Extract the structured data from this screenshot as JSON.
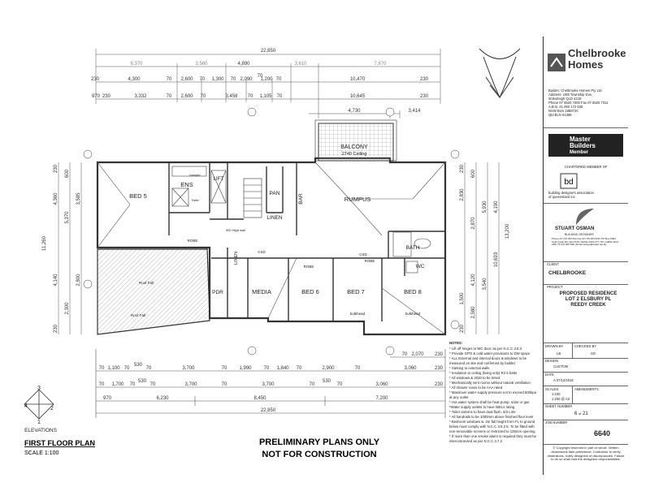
{
  "plan": {
    "title": "FIRST FLOOR PLAN",
    "scale": "SCALE 1:100",
    "stamp_line1": "PRELIMINARY PLANS ONLY",
    "stamp_line2": "NOT FOR CONSTRUCTION",
    "elevations_label": "ELEVATIONS",
    "elevation_numbers": [
      "1",
      "2",
      "3",
      "4"
    ],
    "rooms": {
      "bed5": "BED 5",
      "ens": "ENS",
      "lift": "LIFT",
      "pan": "PAN",
      "bar": "BAR",
      "rumpus": "RUMPUS",
      "balcony": "BALCONY",
      "balcony_ceiling": "2740 Ceiling",
      "linen1": "LINEN",
      "linen2": "LINEN",
      "robe1": "ROBE",
      "robe2": "ROBE",
      "robe3": "ROBE",
      "bath": "BATH",
      "wc": "WC",
      "media": "MEDIA",
      "bed6": "BED 6",
      "bed7": "BED 7",
      "bed8": "BED 8",
      "pdr": "PDR",
      "csd1": "CSD",
      "csd2": "CSD",
      "hamper": "hamper",
      "toilet": "Toilet",
      "wall_note": "900 High wall",
      "roof_fall1": "Roof Fall",
      "roof_fall2": "Roof Fall",
      "bulkhead1": "bulkhead",
      "bulkhead2": "bulkhead"
    },
    "dims_top": {
      "overall": "22,850",
      "row1": [
        "6,370",
        "3,560",
        "4,890",
        "3,610",
        "7,870"
      ],
      "row2": [
        "230",
        "4,300",
        "70",
        "2,600",
        "70",
        "1,300",
        "70",
        "2,090",
        "70",
        "1,200",
        "70",
        "10,470",
        "230"
      ],
      "row3": [
        "970",
        "230",
        "3,332",
        "70",
        "2,600",
        "70",
        "3,458",
        "70",
        "1,105",
        "70",
        "10,645",
        "230"
      ],
      "balcony": [
        "4,730",
        "3,414"
      ]
    },
    "dims_bottom": {
      "row1": [
        "70",
        "2,070",
        "230"
      ],
      "row2": [
        "70",
        "1,100",
        "70",
        "530",
        "70",
        "3,700",
        "70",
        "1,990",
        "70",
        "1,840",
        "70",
        "2,900",
        "70",
        "3,060",
        "230"
      ],
      "row3": [
        "70",
        "1,700",
        "70",
        "530",
        "70",
        "3,700",
        "70",
        "3,700",
        "70",
        "530",
        "70",
        "3,060",
        "230"
      ],
      "row4": [
        "970",
        "6,230",
        "8,450",
        "7,200"
      ],
      "overall": "22,850"
    },
    "dims_left": [
      "230",
      "600",
      "4,360",
      "3,585",
      "5,370",
      "11,260",
      "4,140",
      "2,800",
      "2,300",
      "230"
    ],
    "dims_right": [
      "230",
      "600",
      "2,830",
      "2,870",
      "5,930",
      "4,190",
      "13,200",
      "10,693",
      "4,120",
      "3,540",
      "1,500",
      "2,580",
      "230"
    ],
    "notes_title": "NOTES:",
    "notes": [
      "* Lift off hinges to WC door, as per N.C.C 3.8.3",
      "* Provide GPO & cold water provisions to DW space",
      "* ALL External and internal doors & windows to be",
      "measured on site and confirmed by builder",
      "* Sarking to external walls",
      "* Insulation to ceiling (living only) R2.5 batts",
      "* All windows & 2020 to be tinted",
      "* Mechanically vent rooms without natural ventilation",
      "* All shower roses to be AAA rated",
      "* Maximum water supply pressure not to exceed 500kpa",
      "at any outlet",
      "* Hot water system shall be heat pump, solar or gas",
      "*Water supply outlets to have WELs rating",
      "* Toilet cisterns to have dual flush, 6/3 Litre",
      "* All handrails to be 1000mm above finished floor level",
      "* Bedroom windows w. 2m fall height from FL to ground",
      "below must comply with N.C.C 3.9.2.5. To be fitted with",
      "non-removable screens or restricted to 125mm opening",
      "* If more than one smoke alarm is required they must be",
      "interconnected as per N.C.C 3.7.2"
    ]
  },
  "title_block": {
    "company": "Chelbrooke Homes",
    "builder_lines": [
      "Builder: Chelbrooke Homes Pty Ltd",
      "Address: 1/86 Township Dve,",
      "W.Burleigh QLD 4219",
      "Phone 07 5520 7300 Fax 07 5520 7311",
      "A.B.N. 41 092 172 635",
      "NSW BLN 188872C",
      "Qld BLN 61386"
    ],
    "mba_line1": "Master",
    "mba_line2": "Builders",
    "mba_line3": "Member",
    "bdaq_label": "CHARTERED MEMBER OF",
    "bdaq_text": "building designers association of queensland inc",
    "designer_name": "STUART OSMAN",
    "designer_sub": "BUILDING DESIGNER",
    "designer_contact": "Phone (07) 55 254 622  Fax (07) 55 254 528 | PO Box 6003 Gold Coast MC Qld 9726 | Mobile 0410 277 715 | QBSA 1103 ABN 73 607 960 638 | Email design@stuart.net.au",
    "client_label": "CLIENT",
    "client": "CHELBROOKE",
    "project_label": "PROJECT",
    "project_lines": [
      "PROPOSED RESIDENCE",
      "LOT 2 ELSBURY PL",
      "REEDY CREEK"
    ],
    "drawn_by_label": "DRAWN BY",
    "drawn_by": "LB",
    "checked_by_label": "CHECKED BY",
    "checked_by": "SO",
    "design_label": "DESIGN",
    "design": "CUSTOM",
    "date_label": "DATE",
    "date": "A 07/12/2016",
    "scales_label": "SCALES",
    "scale_values": [
      "1:100",
      "1:200 @ A3"
    ],
    "amendments_label": "AMENDMENTS",
    "sheet_label": "SHEET NUMBER",
    "sheet": "6",
    "sheet_of": "of",
    "sheet_total": "21",
    "job_label": "JOB NUMBER",
    "job": "6640",
    "copyright": "© Copyright reserved in part or whole. Written dimensions take preference. Contractor to verify dimensions, notify designers of discrepancies. Failure to do so shall void the designers responsibilities."
  },
  "colors": {
    "line": "#333333",
    "dim": "#555555",
    "hatch": "#777777"
  }
}
